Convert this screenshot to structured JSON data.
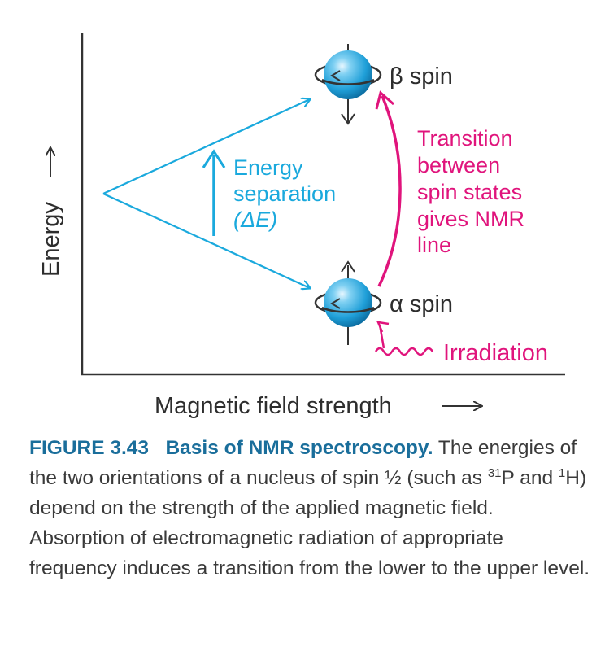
{
  "diagram": {
    "y_axis_label": "Energy",
    "x_axis_label": "Magnetic field strength",
    "beta_label": "β spin",
    "alpha_label": "α spin",
    "energy_separation": [
      "Energy",
      "separation",
      "(ΔE)"
    ],
    "transition": [
      "Transition",
      "between",
      "spin states",
      "gives NMR",
      "line"
    ],
    "irradiation_label": "Irradiation",
    "colors": {
      "axis": "#333333",
      "cyan": "#1aa9dd",
      "magenta": "#e0147c",
      "sphere": "#29a8e0",
      "text": "#2d2d2d"
    }
  },
  "caption": {
    "figure_number": "FIGURE 3.43",
    "title": "Basis of NMR spectroscopy.",
    "text_1": " The energies of the two orientations of a nucleus of spin ½ (such as ",
    "sup_1": "31",
    "text_2": "P and ",
    "sup_2": "1",
    "text_3": "H) depend on the strength of the applied magnetic field. Absorption of electromagnetic radiation of appropriate frequency induces a transition from the lower to the upper level."
  }
}
